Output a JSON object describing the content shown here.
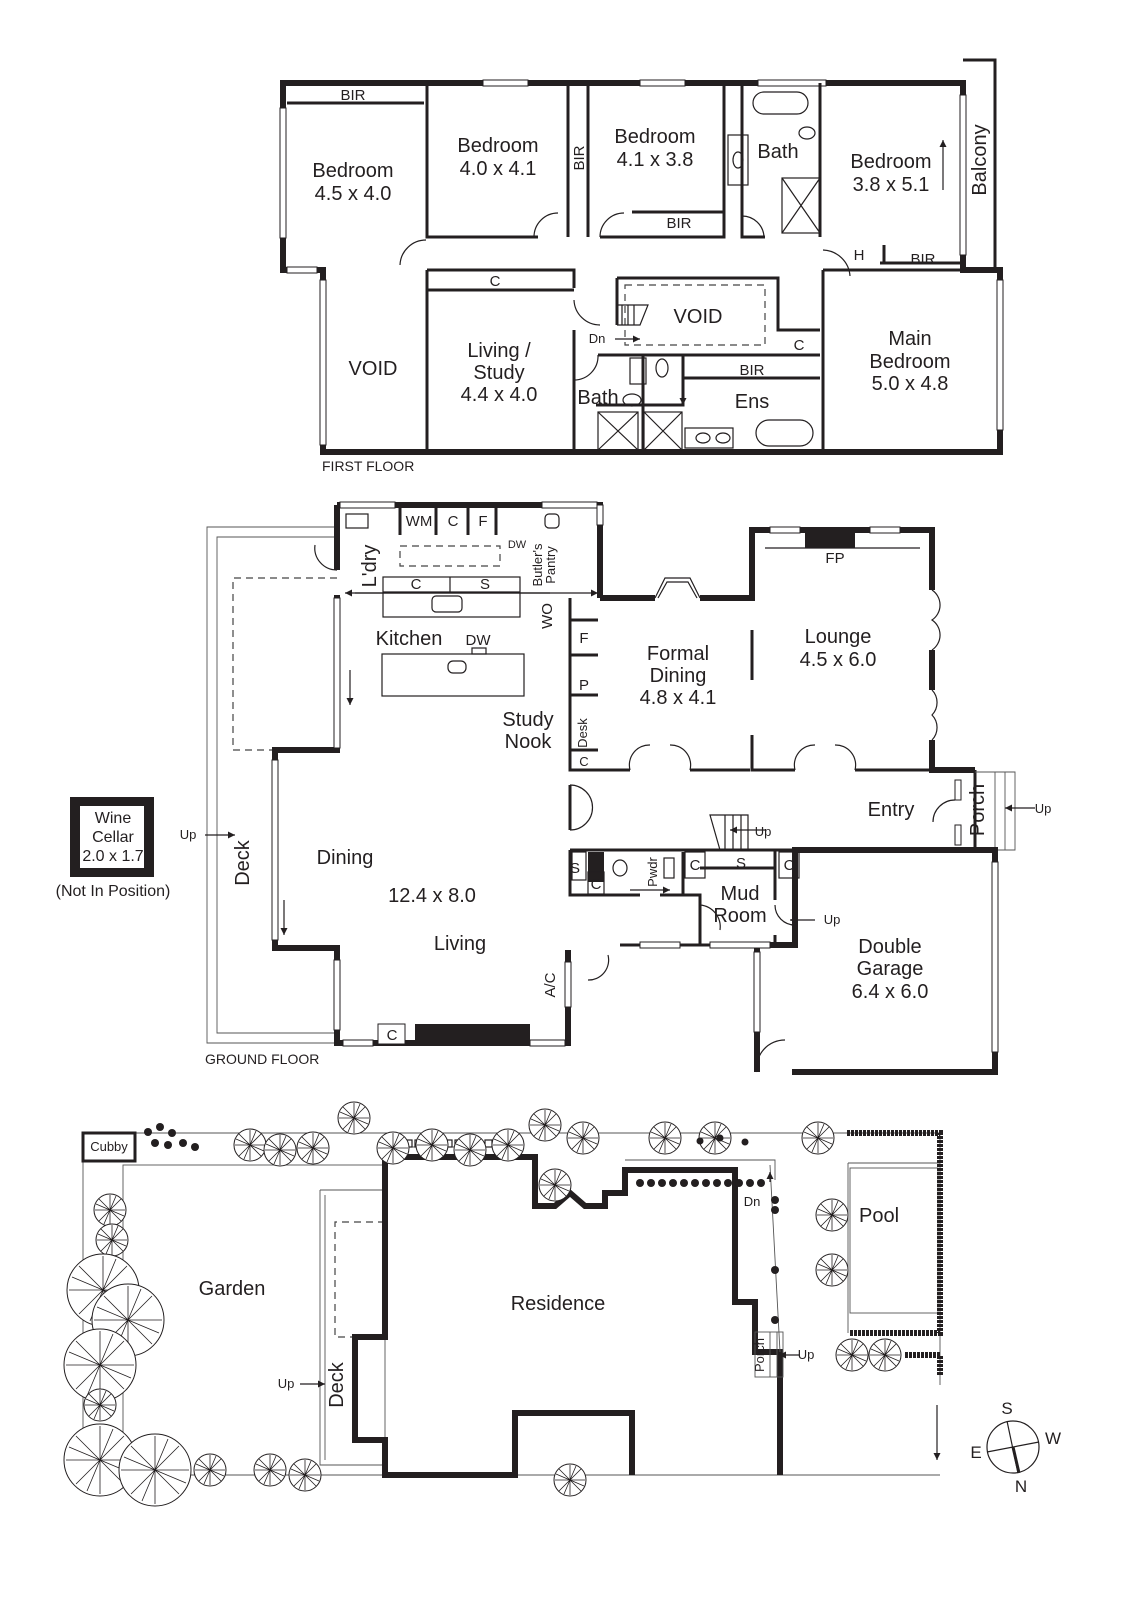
{
  "first_floor": {
    "caption": "FIRST FLOOR",
    "rooms": {
      "bedroom1": {
        "name": "Bedroom",
        "size": "4.5 x 4.0"
      },
      "bedroom2": {
        "name": "Bedroom",
        "size": "4.0 x 4.1"
      },
      "bedroom3": {
        "name": "Bedroom",
        "size": "4.1 x 3.8"
      },
      "bath": {
        "name": "Bath"
      },
      "bedroom4": {
        "name": "Bedroom",
        "size": "3.8 x 5.1"
      },
      "balcony": {
        "name": "Balcony"
      },
      "void_left": {
        "name": "VOID"
      },
      "living_study": {
        "line1": "Living /",
        "line2": "Study",
        "size": "4.4 x 4.0"
      },
      "void_center": {
        "name": "VOID"
      },
      "bath2": {
        "name": "Bath"
      },
      "ens": {
        "name": "Ens"
      },
      "main_bedroom": {
        "line1": "Main",
        "line2": "Bedroom",
        "size": "5.0 x 4.8"
      }
    },
    "fixtures": {
      "bir_top": "BIR",
      "bir_vertical": "BIR",
      "bir_bed3": "BIR",
      "h": "H",
      "bir_bed4": "BIR",
      "c_hall": "C",
      "dn": "Dn",
      "c_main": "C",
      "bir_main": "BIR"
    }
  },
  "ground_floor": {
    "caption": "GROUND FLOOR",
    "rooms": {
      "laundry": {
        "name": "L'dry"
      },
      "butlers_pantry": {
        "line1": "Butler's",
        "line2": "Pantry"
      },
      "kitchen": {
        "name": "Kitchen"
      },
      "study_nook": {
        "line1": "Study",
        "line2": "Nook"
      },
      "formal_dining": {
        "line1": "Formal",
        "line2": "Dining",
        "size": "4.8 x 4.1"
      },
      "lounge": {
        "name": "Lounge",
        "size": "4.5 x 6.0"
      },
      "entry": {
        "name": "Entry"
      },
      "porch": {
        "name": "Porch"
      },
      "deck": {
        "name": "Deck"
      },
      "dining": {
        "name": "Dining"
      },
      "living_size": {
        "size": "12.4 x 8.0"
      },
      "living": {
        "name": "Living"
      },
      "powder": {
        "name": "Pwdr"
      },
      "mud_room": {
        "line1": "Mud",
        "line2": "Room"
      },
      "garage": {
        "line1": "Double",
        "line2": "Garage",
        "size": "6.4 x 6.0"
      }
    },
    "fixtures": {
      "wm": "WM",
      "c_laundry": "C",
      "f_laundry": "F",
      "dw_pantry": "DW",
      "c_kitchen": "C",
      "s_kitchen": "S",
      "wo": "WO",
      "dw_kitchen": "DW",
      "f_cab": "F",
      "p_cab": "P",
      "desk": "Desk",
      "c_nook": "C",
      "fp": "FP",
      "up_stair": "Up",
      "up_porch": "Up",
      "up_deck": "Up",
      "up_mud": "Up",
      "s_pwdr": "S",
      "c_pwdr": "C",
      "c_mud1": "C",
      "s_mud": "S",
      "c_mud2": "C",
      "ac": "A/C",
      "c_living": "C"
    },
    "wine_cellar": {
      "line1": "Wine",
      "line2": "Cellar",
      "size": "2.0 x 1.7",
      "note": "(Not In Position)"
    }
  },
  "site_plan": {
    "cubby": "Cubby",
    "garden": "Garden",
    "residence": "Residence",
    "pool": "Pool",
    "deck": "Deck",
    "porch": "Porch",
    "up_deck": "Up",
    "up_porch": "Up",
    "dn": "Dn",
    "compass": {
      "s": "S",
      "w": "W",
      "e": "E",
      "n": "N"
    }
  }
}
